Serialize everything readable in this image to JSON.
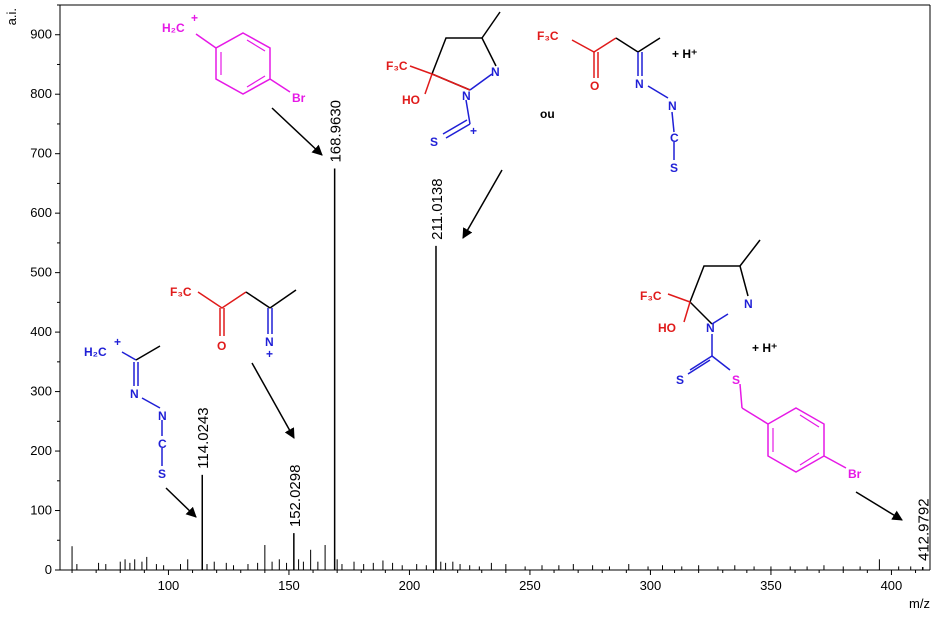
{
  "chart_data": {
    "type": "bar",
    "title": "",
    "xlabel": "m/z",
    "ylabel": "a.i.",
    "xlim": [
      55,
      416
    ],
    "ylim": [
      0,
      950
    ],
    "x_ticks": [
      100,
      150,
      200,
      250,
      300,
      350,
      400
    ],
    "y_ticks": [
      0,
      100,
      200,
      300,
      400,
      500,
      600,
      700,
      800,
      900
    ],
    "grid": false,
    "labeled_peaks": [
      {
        "x": 114.0243,
        "y": 160,
        "label": "114.0243"
      },
      {
        "x": 152.0298,
        "y": 62,
        "label": "152.0298"
      },
      {
        "x": 168.963,
        "y": 675,
        "label": "168.9630"
      },
      {
        "x": 211.0138,
        "y": 545,
        "label": "211.0138"
      },
      {
        "x": 412.9792,
        "y": 5,
        "label": "412.9792"
      }
    ],
    "minor_peaks": [
      {
        "x": 60,
        "y": 40
      },
      {
        "x": 62,
        "y": 10
      },
      {
        "x": 71,
        "y": 12
      },
      {
        "x": 74,
        "y": 10
      },
      {
        "x": 80,
        "y": 14
      },
      {
        "x": 82,
        "y": 18
      },
      {
        "x": 84,
        "y": 12
      },
      {
        "x": 86,
        "y": 18
      },
      {
        "x": 89,
        "y": 14
      },
      {
        "x": 91,
        "y": 22
      },
      {
        "x": 95,
        "y": 10
      },
      {
        "x": 98,
        "y": 8
      },
      {
        "x": 105,
        "y": 10
      },
      {
        "x": 108,
        "y": 18
      },
      {
        "x": 116,
        "y": 10
      },
      {
        "x": 119,
        "y": 14
      },
      {
        "x": 124,
        "y": 12
      },
      {
        "x": 127,
        "y": 8
      },
      {
        "x": 133,
        "y": 10
      },
      {
        "x": 137,
        "y": 12
      },
      {
        "x": 140,
        "y": 42
      },
      {
        "x": 143,
        "y": 14
      },
      {
        "x": 146,
        "y": 18
      },
      {
        "x": 149,
        "y": 12
      },
      {
        "x": 154,
        "y": 18
      },
      {
        "x": 156,
        "y": 14
      },
      {
        "x": 159,
        "y": 34
      },
      {
        "x": 162,
        "y": 14
      },
      {
        "x": 165,
        "y": 42
      },
      {
        "x": 170,
        "y": 18
      },
      {
        "x": 172,
        "y": 10
      },
      {
        "x": 177,
        "y": 14
      },
      {
        "x": 181,
        "y": 10
      },
      {
        "x": 185,
        "y": 12
      },
      {
        "x": 189,
        "y": 16
      },
      {
        "x": 193,
        "y": 12
      },
      {
        "x": 197,
        "y": 8
      },
      {
        "x": 203,
        "y": 10
      },
      {
        "x": 207,
        "y": 8
      },
      {
        "x": 213,
        "y": 14
      },
      {
        "x": 215,
        "y": 12
      },
      {
        "x": 218,
        "y": 14
      },
      {
        "x": 221,
        "y": 10
      },
      {
        "x": 225,
        "y": 8
      },
      {
        "x": 229,
        "y": 6
      },
      {
        "x": 234,
        "y": 12
      },
      {
        "x": 240,
        "y": 10
      },
      {
        "x": 248,
        "y": 6
      },
      {
        "x": 255,
        "y": 8
      },
      {
        "x": 262,
        "y": 8
      },
      {
        "x": 268,
        "y": 10
      },
      {
        "x": 276,
        "y": 8
      },
      {
        "x": 283,
        "y": 6
      },
      {
        "x": 291,
        "y": 10
      },
      {
        "x": 299,
        "y": 6
      },
      {
        "x": 305,
        "y": 8
      },
      {
        "x": 313,
        "y": 6
      },
      {
        "x": 320,
        "y": 8
      },
      {
        "x": 328,
        "y": 6
      },
      {
        "x": 335,
        "y": 8
      },
      {
        "x": 343,
        "y": 6
      },
      {
        "x": 350,
        "y": 6
      },
      {
        "x": 358,
        "y": 6
      },
      {
        "x": 365,
        "y": 6
      },
      {
        "x": 372,
        "y": 8
      },
      {
        "x": 380,
        "y": 6
      },
      {
        "x": 387,
        "y": 6
      },
      {
        "x": 395,
        "y": 18
      },
      {
        "x": 403,
        "y": 6
      },
      {
        "x": 408,
        "y": 6
      }
    ]
  },
  "structures": {
    "s168": {
      "ch2": "H₂C",
      "plus": "+",
      "br": "Br"
    },
    "s211": {
      "cf3": "F₃C",
      "ho": "HO",
      "n1": "N",
      "n2": "N",
      "s": "S",
      "plus": "+",
      "or": "ou"
    },
    "s211b": {
      "cf3": "F₃C",
      "o": "O",
      "n1": "N",
      "n2": "N",
      "c": "C",
      "s": "S",
      "hplus": "+ H⁺"
    },
    "s152": {
      "cf3": "F₃C",
      "o": "O",
      "n": "N",
      "plus": "+"
    },
    "s114": {
      "ch2": "H₂C",
      "plus": "+",
      "n1": "N",
      "n2": "N",
      "c": "C",
      "s": "S"
    },
    "s413": {
      "cf3": "F₃C",
      "ho": "HO",
      "n1": "N",
      "n2": "N",
      "s1": "S",
      "s2": "S",
      "br": "Br",
      "hplus": "+ H⁺"
    }
  },
  "colors": {
    "magenta": "#e619e6",
    "blue": "#1f1fd6",
    "red": "#e01b1b",
    "axis": "#000000"
  }
}
